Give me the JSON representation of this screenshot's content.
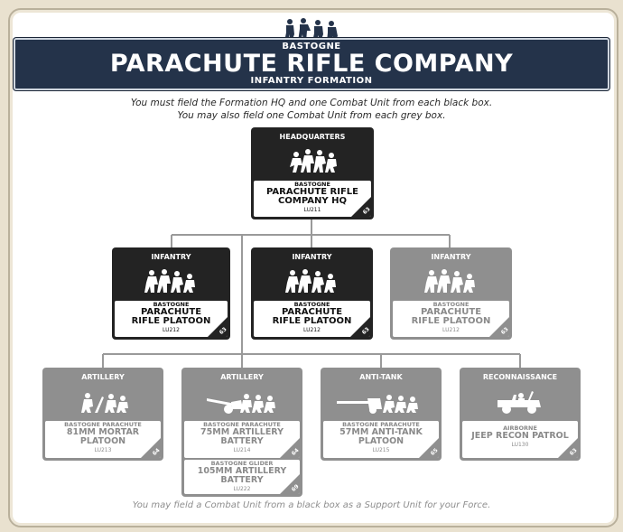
{
  "banner": {
    "subtitle_top": "BASTOGNE",
    "title": "PARACHUTE RIFLE COMPANY",
    "subtitle_bottom": "INFANTRY FORMATION"
  },
  "intro": {
    "line1": "You must field the Formation HQ and one Combat Unit from each black box.",
    "line2": "You may also field one Combat Unit from each grey box."
  },
  "footnote": "You may field a Combat Unit from a black box as a Support Unit for your Force.",
  "hq": {
    "header": "HEADQUARTERS",
    "sup": "BASTOGNE",
    "line1": "PARACHUTE RIFLE",
    "line2": "COMPANY HQ",
    "code": "LU211",
    "page": "63",
    "style": "black"
  },
  "infantry": [
    {
      "header": "INFANTRY",
      "sup": "BASTOGNE",
      "line1": "PARACHUTE",
      "line2": "RIFLE PLATOON",
      "code": "LU212",
      "page": "63",
      "style": "black"
    },
    {
      "header": "INFANTRY",
      "sup": "BASTOGNE",
      "line1": "PARACHUTE",
      "line2": "RIFLE PLATOON",
      "code": "LU212",
      "page": "63",
      "style": "black"
    },
    {
      "header": "INFANTRY",
      "sup": "BASTOGNE",
      "line1": "PARACHUTE",
      "line2": "RIFLE PLATOON",
      "code": "LU212",
      "page": "63",
      "style": "grey"
    }
  ],
  "support": [
    {
      "header": "ARTILLERY",
      "icon": "mortar-team-icon",
      "cards": [
        {
          "sup": "BASTOGNE PARACHUTE",
          "line1": "81MM MORTAR",
          "line2": "PLATOON",
          "code": "LU213",
          "page": "64"
        }
      ]
    },
    {
      "header": "ARTILLERY",
      "icon": "howitzer-crew-icon",
      "cards": [
        {
          "sup": "BASTOGNE PARACHUTE",
          "line1": "75MM ARTILLERY",
          "line2": "BATTERY",
          "code": "LU214",
          "page": "64"
        },
        {
          "sup": "BASTOGNE GLIDER",
          "line1": "105MM ARTILLERY",
          "line2": "BATTERY",
          "code": "LU222",
          "page": "69"
        }
      ]
    },
    {
      "header": "ANTI-TANK",
      "icon": "anti-tank-gun-icon",
      "cards": [
        {
          "sup": "BASTOGNE PARACHUTE",
          "line1": "57MM ANTI-TANK",
          "line2": "PLATOON",
          "code": "LU215",
          "page": "65"
        }
      ]
    },
    {
      "header": "RECONNAISSANCE",
      "icon": "jeep-icon",
      "cards": [
        {
          "sup": "AIRBORNE",
          "line1": "JEEP RECON PATROL",
          "line2": "",
          "code": "LU130",
          "page": "63"
        }
      ]
    }
  ],
  "colors": {
    "black_box": "#232323",
    "grey_box": "#8f8f8f",
    "banner": "#24334a",
    "connector": "#9a9a9a"
  }
}
